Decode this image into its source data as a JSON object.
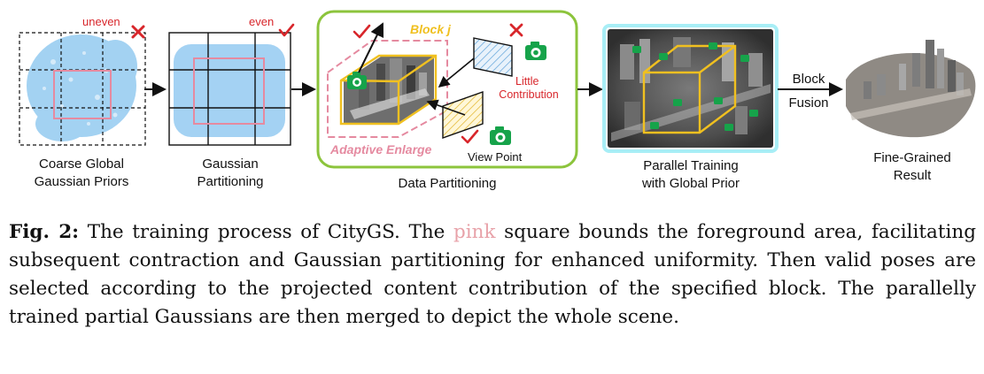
{
  "figure": {
    "stages": [
      {
        "label": "Coarse Global\nGaussian Priors",
        "badge": "uneven",
        "mark": "cross"
      },
      {
        "label": "Gaussian\nPartitioning",
        "badge": "even",
        "mark": "check"
      },
      {
        "label": "Data Partitioning"
      },
      {
        "label": "Parallel Training\nwith Global Prior"
      },
      {
        "label": "Fine-Grained\nResult"
      }
    ],
    "data_partitioning": {
      "block_label": "Block j",
      "adaptive_label": "Adaptive Enlarge",
      "little_contribution_label": "Little\nContribution",
      "view_point_label": "View Point"
    },
    "block_fusion_label_top": "Block",
    "block_fusion_label_bottom": "Fusion",
    "colors": {
      "point_cloud": "#9fd0f2",
      "pink": "#e58aa0",
      "yellow": "#f0c020",
      "green_border": "#8cc43c",
      "cyan_border": "#a8eef6",
      "red": "#d8262b",
      "camera_green": "#16a34a"
    }
  },
  "caption": {
    "label": "Fig. 2:",
    "text_before": " The training process of CityGS. The ",
    "highlight": "pink",
    "text_after": " square bounds the foreground area, facilitating subsequent contraction and Gaussian partitioning for enhanced uniformity. Then valid poses are selected according to the projected content contribution of the specified block. The parallelly trained partial Gaussians are then merged to depict the whole scene."
  }
}
